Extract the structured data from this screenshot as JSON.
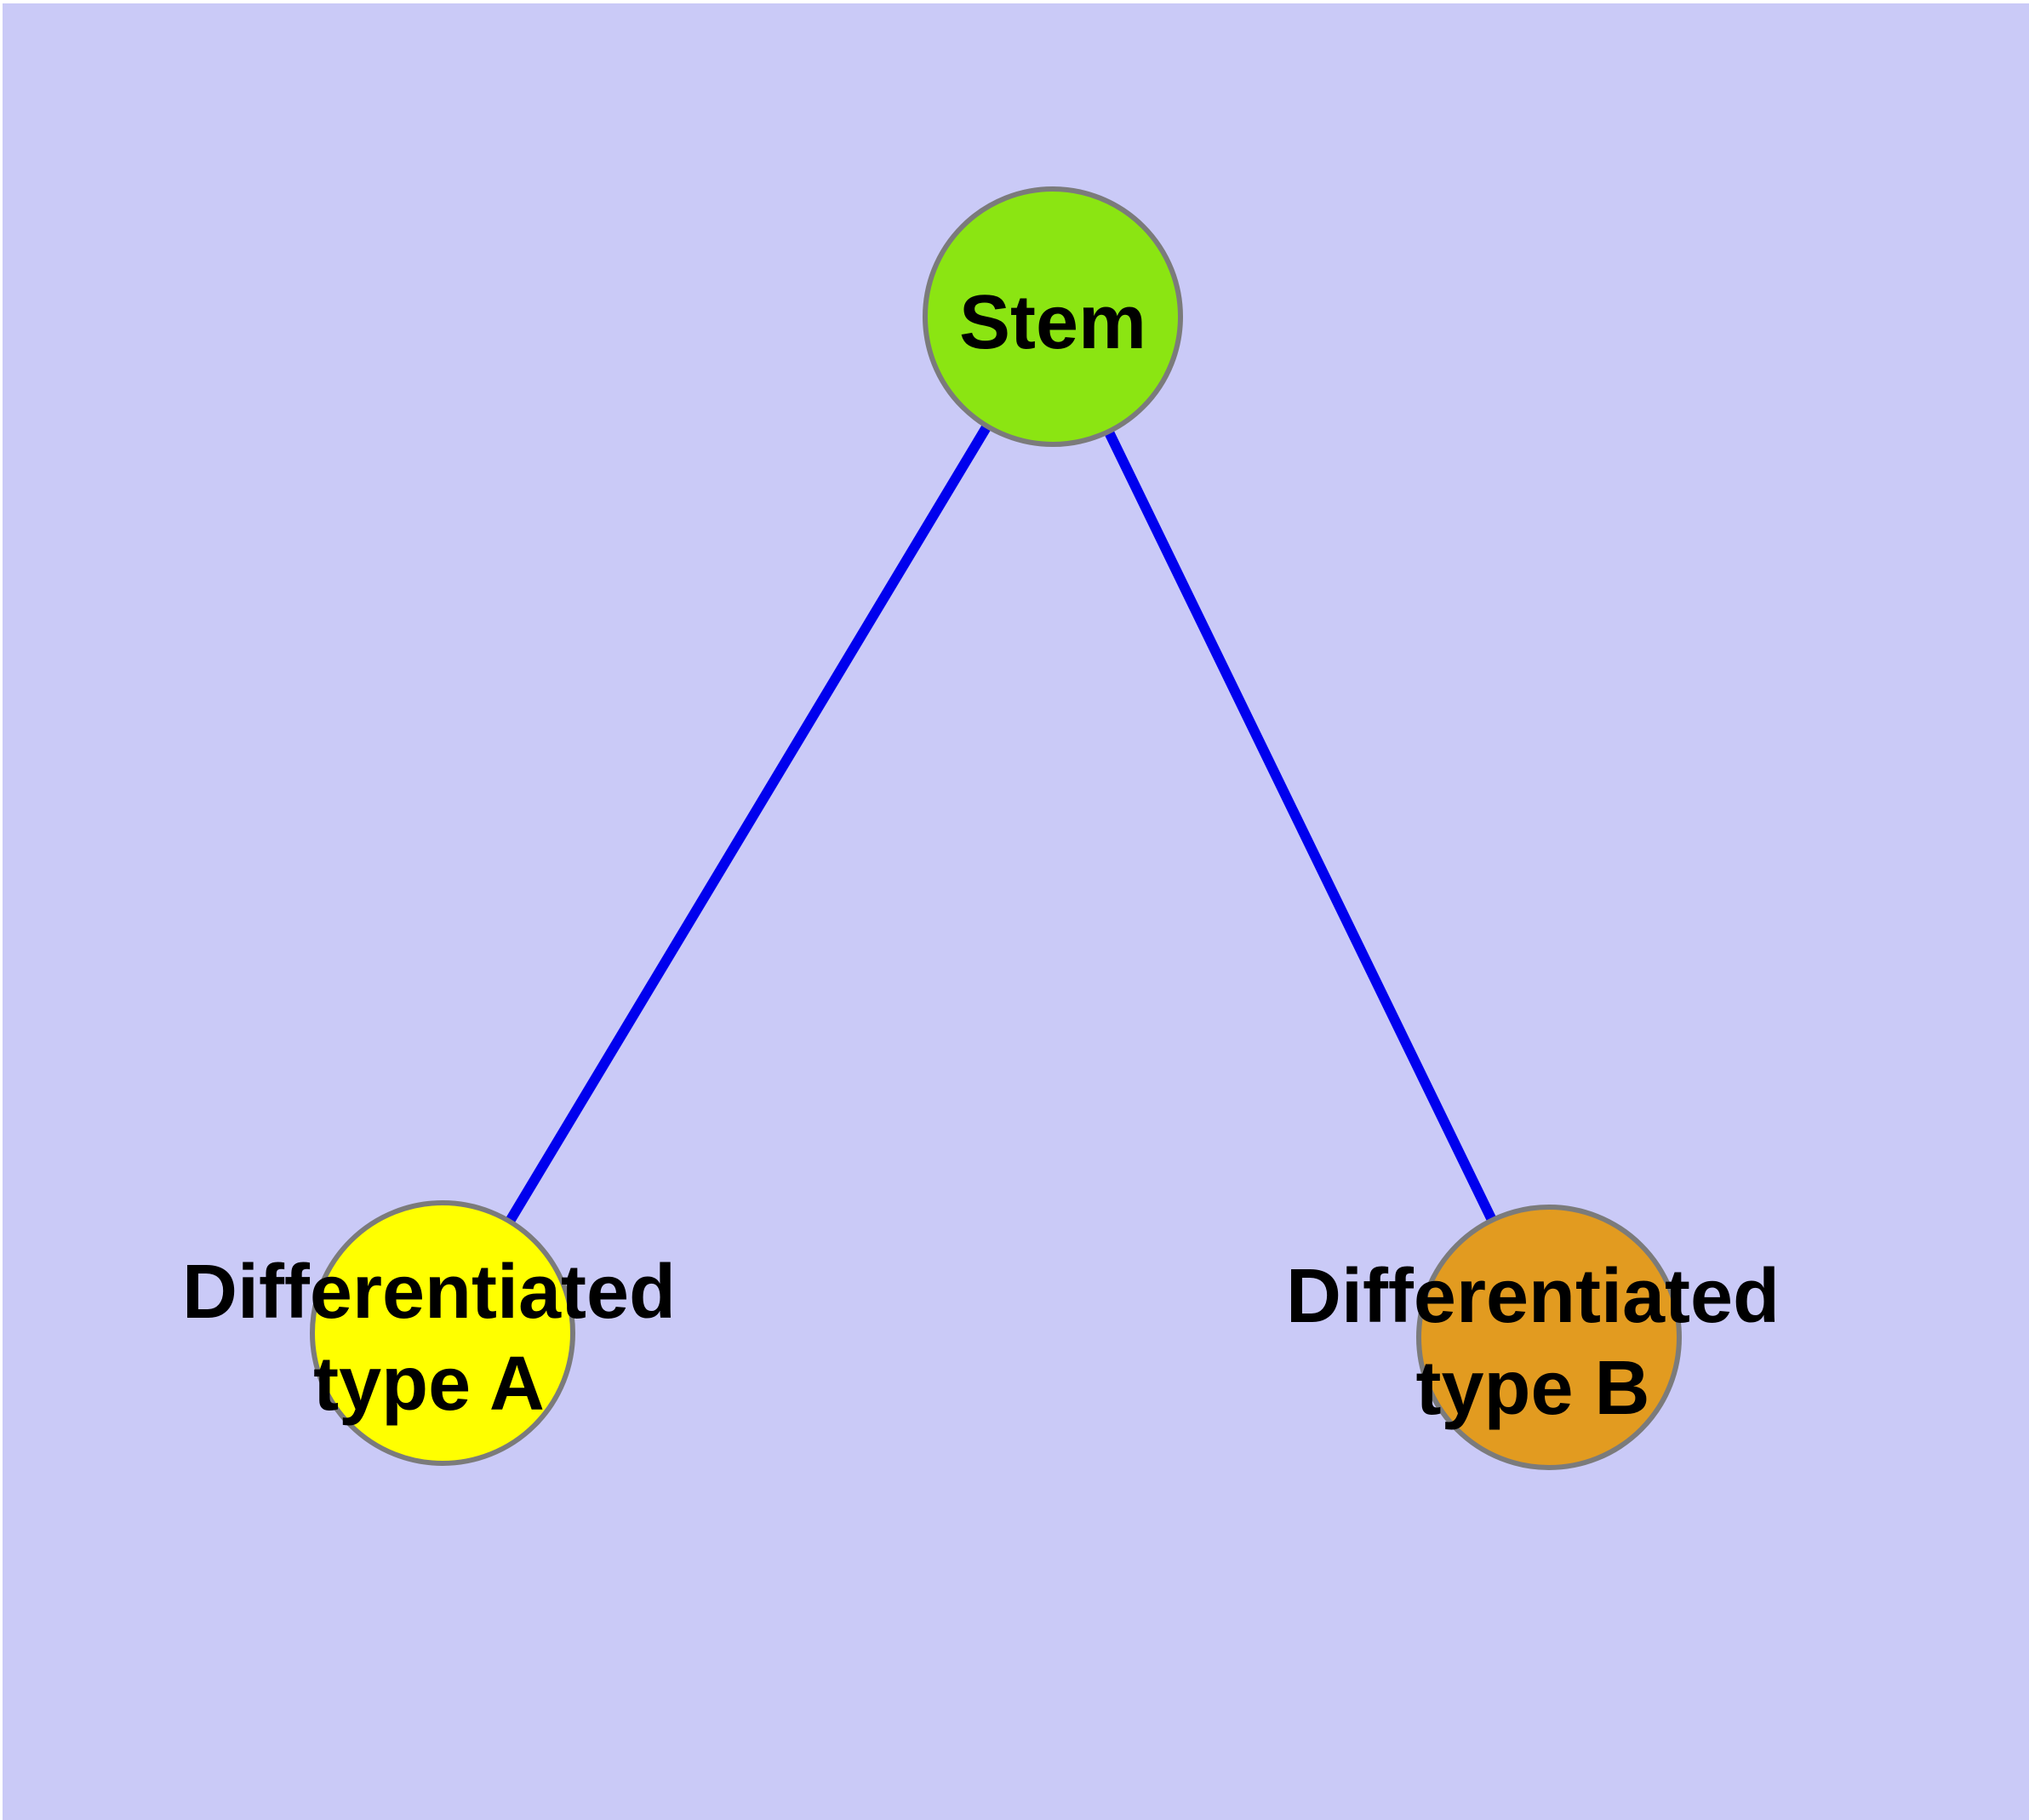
{
  "figure": {
    "title": "Stem cell differentiation diagram",
    "type": "node-link-diagram",
    "background_color": "#CACAF7",
    "page_margin_color": "#FFFFFF",
    "edge_color": "#0000EE",
    "node_border_color": "#7B7B7B",
    "nodes": [
      {
        "id": "stem",
        "label": "Stem",
        "label_lines": [
          "Stem"
        ],
        "fill": "#8BE512"
      },
      {
        "id": "differentiated-type-a",
        "label": "Differentiated type A",
        "label_lines": [
          "Differentiated",
          "type A"
        ],
        "fill": "#FFFF00"
      },
      {
        "id": "differentiated-type-b",
        "label": "Differentiated type B",
        "label_lines": [
          "Differentiated",
          "type B"
        ],
        "fill": "#E29B20"
      }
    ],
    "edges": [
      {
        "source": "Stem",
        "target": "Differentiated type A"
      },
      {
        "source": "Stem",
        "target": "Differentiated type B"
      }
    ]
  }
}
